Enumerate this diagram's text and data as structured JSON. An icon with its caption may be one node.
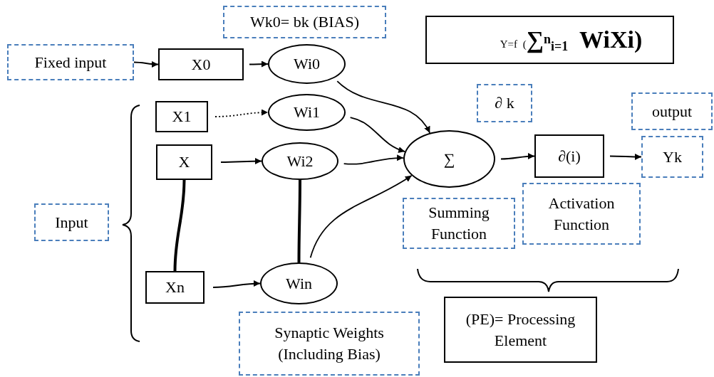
{
  "diagram": {
    "nodes": [
      {
        "text": [
          "Wk0= bk (BIAS)"
        ]
      },
      {
        "text": [
          "Y=f (**∑**$^{n}$$_{i=1}$ **WiXi)**"
        ]
      },
      {
        "text": [
          "Fixed input"
        ]
      },
      {
        "text": [
          "X0"
        ]
      },
      {
        "text": [
          "Wi0"
        ]
      },
      {
        "text": [
          "∂ k"
        ]
      },
      {
        "text": [
          "output"
        ]
      },
      {
        "text": [
          "X1"
        ]
      },
      {
        "text": [
          "Wi1"
        ]
      },
      {
        "text": [
          "X"
        ]
      },
      {
        "text": [
          "Wi2"
        ]
      },
      {
        "text": [
          "∑"
        ]
      },
      {
        "text": [
          "∂(i)"
        ]
      },
      {
        "text": [
          "Yk"
        ]
      },
      {
        "text": [
          "Input"
        ]
      },
      {
        "text": [
          "Summing Function"
        ]
      },
      {
        "text": [
          "Activation Function"
        ]
      },
      {
        "text": [
          "Xn"
        ]
      },
      {
        "text": [
          "Win"
        ]
      },
      {
        "text": [
          "Synaptic Weights (Including Bias)"
        ]
      },
      {
        "text": [
          "(PE)= Processing Element"
        ]
      }
    ],
    "edges": [
      {
        "from": 2,
        "to": 3,
        "arrow": "to"
      },
      {
        "from": 3,
        "to": 4,
        "arrow": "to"
      },
      {
        "from": 7,
        "to": 8,
        "arrow": "to",
        "style": "dashed"
      },
      {
        "from": 9,
        "to": 10,
        "arrow": "to"
      },
      {
        "from": 17,
        "to": 18,
        "arrow": "to"
      },
      {
        "from": 4,
        "to": 11,
        "arrow": "to"
      },
      {
        "from": 8,
        "to": 11,
        "arrow": "to"
      },
      {
        "from": 10,
        "to": 11,
        "arrow": "to"
      },
      {
        "from": 18,
        "to": 11,
        "arrow": "to"
      },
      {
        "from": 11,
        "to": 12,
        "arrow": "to"
      },
      {
        "from": 12,
        "to": 13,
        "arrow": "to"
      },
      {
        "from": 9,
        "to": 17,
        "arrow": "none",
        "style": "thick"
      },
      {
        "from": 10,
        "to": 18,
        "arrow": "none",
        "style": "thick"
      }
    ]
  }
}
